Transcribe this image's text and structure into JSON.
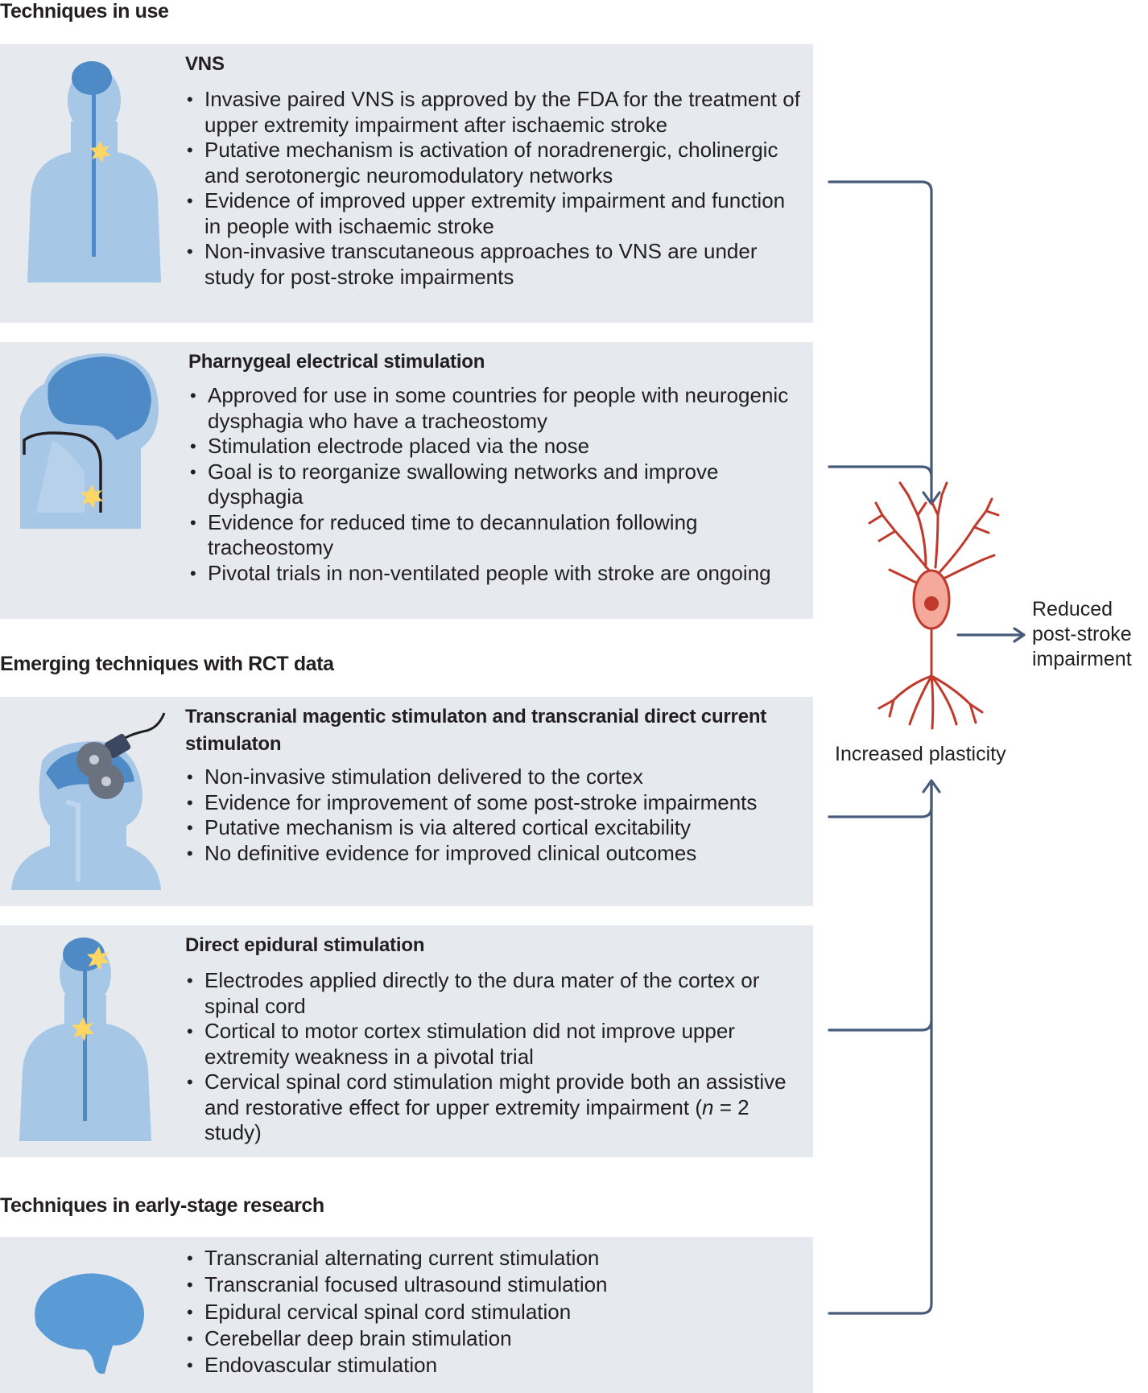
{
  "colors": {
    "panel_bg": "#e6e9ee",
    "body_light": "#a7c7e7",
    "body_dark": "#4d8ac6",
    "brain": "#4d8ac6",
    "star": "#fdd666",
    "arrow": "#475a79",
    "neuron": "#c0392b",
    "neuron_soma": "#f5a99a"
  },
  "sections": [
    {
      "heading": "Techniques in use"
    },
    {
      "heading": "Emerging techniques with RCT data"
    },
    {
      "heading": "Techniques in early-stage research"
    }
  ],
  "cards": [
    {
      "title": "VNS",
      "icon": "body-vagus-nerve-icon",
      "bullets": [
        "Invasive paired VNS is approved by the FDA for the treatment of upper extremity impairment after ischaemic stroke",
        "Putative mechanism is activation of noradrenergic, cholinergic and serotonergic neuromodulatory networks",
        "Evidence of improved upper extremity impairment and function in people with ischaemic stroke",
        "Non-invasive transcutaneous approaches to VNS are under study for post-stroke impairments"
      ]
    },
    {
      "title": "Pharnygeal electrical stimulation",
      "icon": "head-nasal-electrode-icon",
      "bullets": [
        "Approved for use in some countries for people with neurogenic dysphagia who have a tracheostomy",
        "Stimulation electrode placed via the nose",
        "Goal is to reorganize swallowing networks and improve dysphagia",
        "Evidence for reduced time to decannulation following tracheostomy",
        "Pivotal trials in non-ventilated people with stroke are ongoing"
      ]
    },
    {
      "title": "Transcranial magentic stimulaton and transcranial direct current stimulaton",
      "icon": "head-magnetic-coil-icon",
      "bullets": [
        "Non-invasive stimulation delivered to the cortex",
        "Evidence for improvement of some post-stroke impairments",
        "Putative mechanism is via altered cortical excitability",
        "No definitive evidence for improved clinical outcomes"
      ]
    },
    {
      "title": "Direct epidural stimulation",
      "icon": "body-epidural-stimulation-icon",
      "bullets": [
        "Electrodes applied directly to the dura mater of the cortex or spinal cord",
        "Cortical to motor cortex stimulation did not improve upper extremity weakness in a pivotal trial",
        "Cervical spinal cord stimulation might provide both an assistive and restorative effect for upper extremity impairment (",
        "n",
        " = 2 study)"
      ]
    },
    {
      "title": "",
      "icon": "brain-icon",
      "bullets": [
        "Transcranial alternating current stimulation",
        "Transcranial focused ultrasound stimulation",
        "Epidural cervical spinal cord stimulation",
        "Cerebellar deep brain stimulation",
        "Endovascular stimulation"
      ]
    }
  ],
  "outcome": {
    "plasticity_label": "Increased plasticity",
    "result_label": "Reduced post-stroke impairment",
    "neuron_icon": "neuron-icon"
  }
}
